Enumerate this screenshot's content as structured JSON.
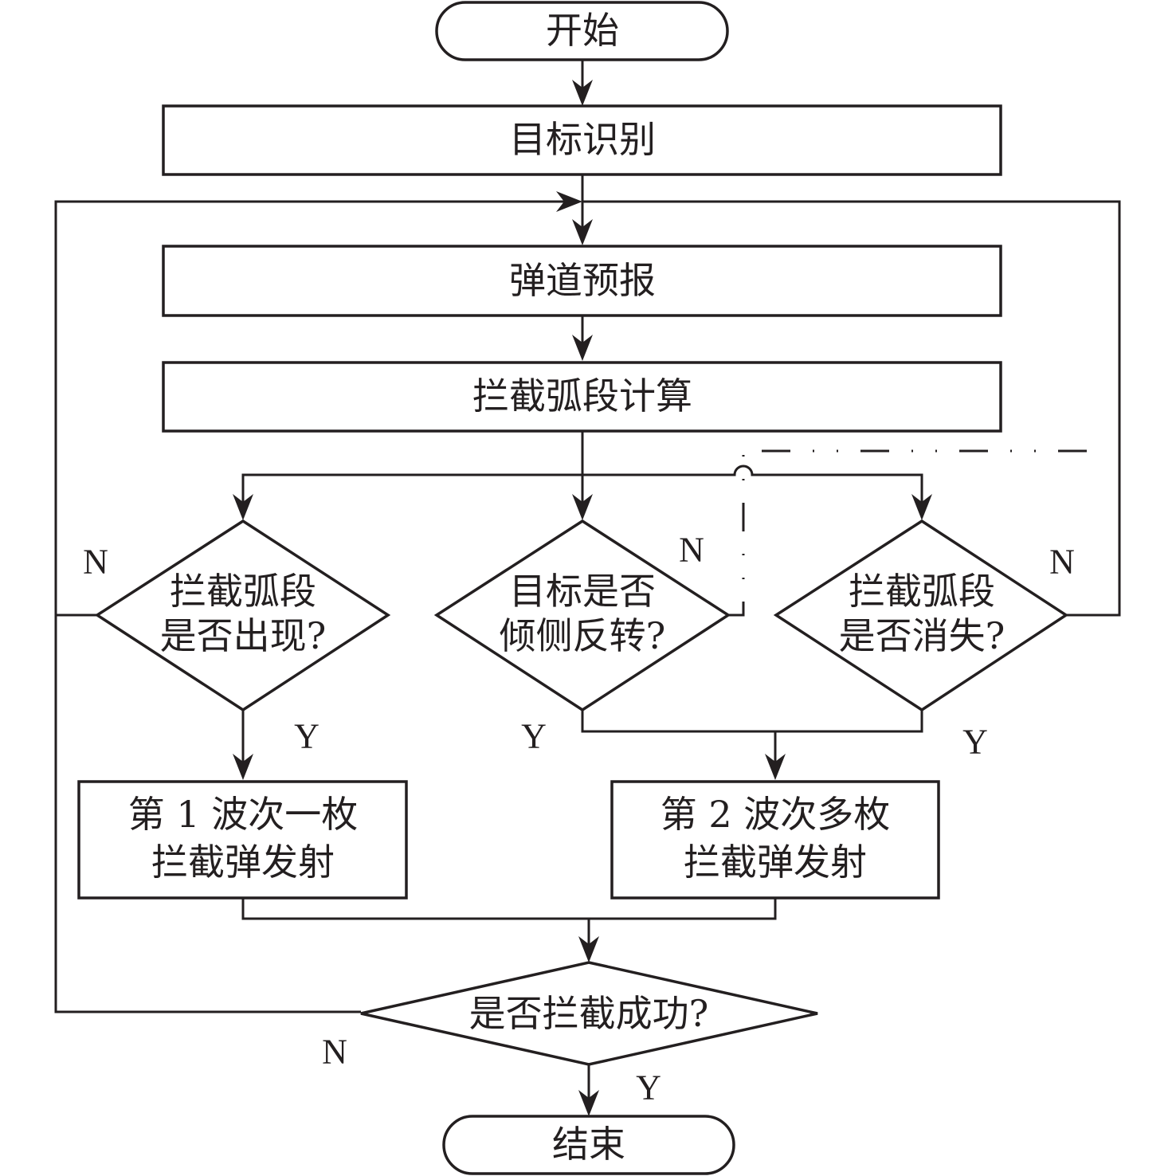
{
  "flowchart": {
    "start": "开始",
    "target_recognition": "目标识别",
    "trajectory_prediction": "弹道预报",
    "arc_calculation": "拦截弧段计算",
    "decision_arc_appear": [
      "拦截弧段",
      "是否出现?"
    ],
    "decision_target_flip": [
      "目标是否",
      "倾侧反转?"
    ],
    "decision_arc_vanish": [
      "拦截弧段",
      "是否消失?"
    ],
    "wave1_launch": [
      "第 1 波次一枚",
      "拦截弹发射"
    ],
    "wave2_launch": [
      "第 2 波次多枚",
      "拦截弹发射"
    ],
    "decision_success": "是否拦截成功?",
    "end": "结束",
    "labels": {
      "yes": "Y",
      "no": "N"
    }
  }
}
